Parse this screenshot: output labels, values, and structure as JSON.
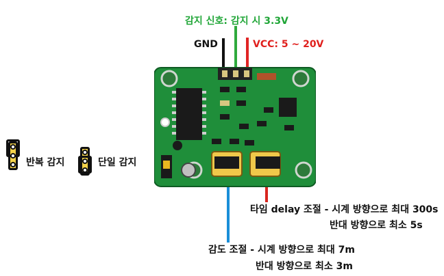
{
  "labels": {
    "signal": "감지 신호: 감지 시 3.3V",
    "gnd": "GND",
    "vcc": "VCC: 5 ~ 20V",
    "repeat_mode": "반복 감지",
    "single_mode": "단일 감지",
    "time_line1": "타임 delay 조절 - 시계 방향으로 최대 300s",
    "time_line2": "반대 방향으로 최소     5s",
    "sens_line1": "감도 조절 - 시계 방향으로 최대 7m",
    "sens_line2": "반대 방향으로 최소 3m"
  },
  "colors": {
    "signal": "#21a638",
    "gnd": "#111111",
    "vcc": "#e0201d",
    "wire_gnd": "#111111",
    "wire_signal": "#2faa3d",
    "wire_vcc": "#e02424",
    "wire_time": "#d8261f",
    "wire_sens": "#1a8fd8",
    "pcb": "#1f8e3a",
    "pcb_dark": "#156b2a",
    "text": "#111111"
  }
}
